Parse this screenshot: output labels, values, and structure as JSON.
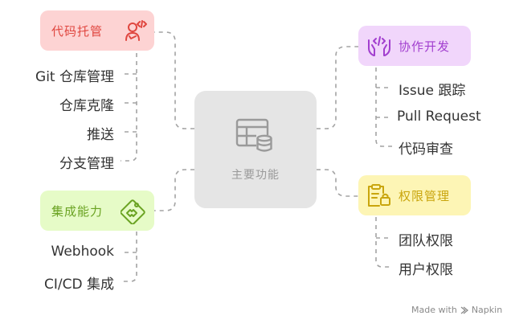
{
  "center": {
    "label": "主要功能",
    "icon": "database-table-icon"
  },
  "nodes": [
    {
      "id": "code-hosting",
      "label": "代码托管",
      "icon": "developer-icon",
      "bg": "#fdd3d3",
      "color": "#e0463f",
      "children": [
        "Git 仓库管理",
        "仓库克隆",
        "推送",
        "分支管理"
      ]
    },
    {
      "id": "integration",
      "label": "集成能力",
      "icon": "puzzle-tag-icon",
      "bg": "#e6fbc7",
      "color": "#6aa322",
      "children": [
        "Webhook",
        "CI/CD 集成"
      ]
    },
    {
      "id": "collaboration",
      "label": "协作开发",
      "icon": "hands-code-icon",
      "bg": "#f1d6fb",
      "color": "#a23fcf",
      "children": [
        "Issue 跟踪",
        "Pull Request",
        "代码审查"
      ]
    },
    {
      "id": "permissions",
      "label": "权限管理",
      "icon": "clipboard-lock-icon",
      "bg": "#fdf5b5",
      "color": "#c9a50d",
      "children": [
        "团队权限",
        "用户权限"
      ]
    }
  ],
  "watermark": {
    "text": "Made with",
    "brand": "Napkin",
    "icon": "napkin-icon"
  },
  "colors": {
    "connector": "#a3a3a3",
    "center_bg": "#e5e5e5",
    "center_text": "#9a9a9a"
  }
}
